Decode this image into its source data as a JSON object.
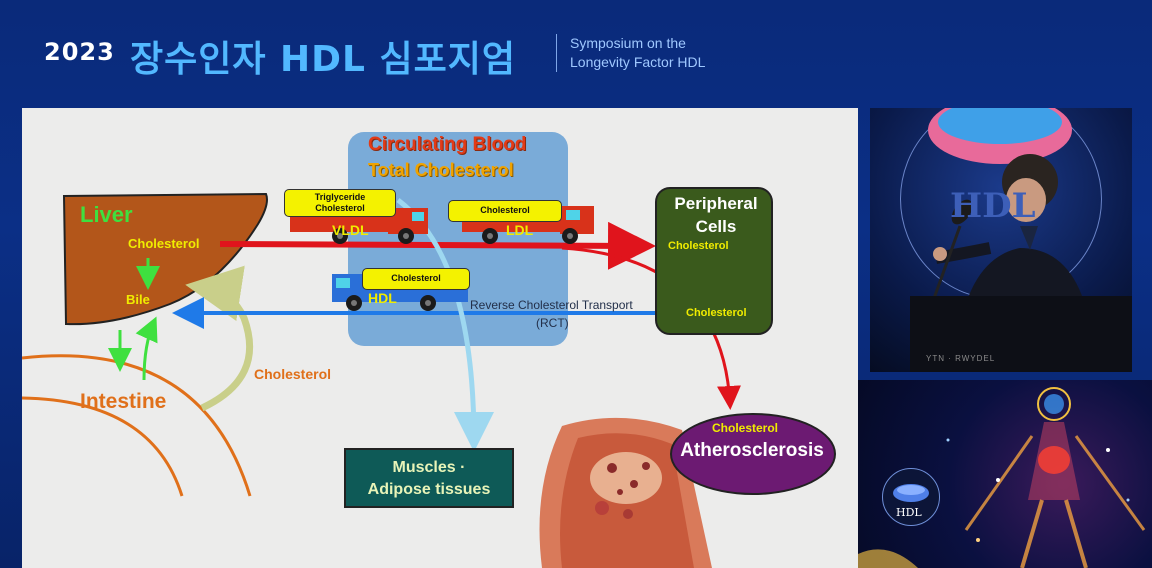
{
  "header": {
    "year": "2023",
    "korean_title": "장수인자 HDL 심포지엄",
    "english_title_line1": "Symposium on the",
    "english_title_line2": "Longevity Factor HDL"
  },
  "slide": {
    "circulating_blood": "Circulating Blood",
    "total_cholesterol": "Total Cholesterol",
    "liver": "Liver",
    "liver_cholesterol": "Cholesterol",
    "bile": "Bile",
    "intestine": "Intestine",
    "intestine_cholesterol": "Cholesterol",
    "truck_vldl": {
      "cargo_line1": "Triglyceride",
      "cargo_line2": "Cholesterol",
      "label": "VLDL"
    },
    "truck_ldl": {
      "cargo": "Cholesterol",
      "label": "LDL"
    },
    "truck_hdl": {
      "cargo": "Cholesterol",
      "label": "HDL"
    },
    "peripheral_line1": "Peripheral",
    "peripheral_line2": "Cells",
    "peripheral_cholesterol_top": "Cholesterol",
    "peripheral_cholesterol_bottom": "Cholesterol",
    "rct_label": "Reverse Cholesterol Transport",
    "rct_abbr": "(RCT)",
    "muscles_line1": "Muscles ·",
    "muscles_line2": "Adipose tissues",
    "athero_cholesterol": "Cholesterol",
    "atherosclerosis": "Atherosclerosis"
  },
  "video": {
    "backdrop_text": "HDL",
    "podium_logos": "YTN  ·  RWYDEL"
  },
  "badge": {
    "text": "HDL"
  },
  "colors": {
    "liver": "#b3561a",
    "peripheral": "#3a5a1c",
    "blood_box": "#7aabd8",
    "truck_red": "#d8321a",
    "truck_blue": "#2a6fd8",
    "arrow_red": "#e0141c",
    "arrow_blue": "#1f7ae8",
    "intestine": "#e0701a",
    "cholesterol_yellow": "#f0ec00",
    "bile_green": "#3fe03f"
  }
}
